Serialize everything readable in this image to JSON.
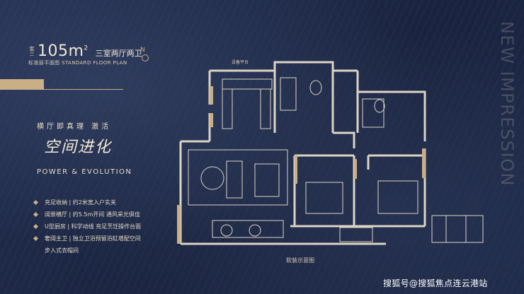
{
  "header": {
    "prefix": "套三",
    "area_value": "105m",
    "area_unit": "2",
    "rooms": "三室两厅两卫",
    "north": "N",
    "subtitle": "标准层平面图 STANDARD FLOOR PLAN"
  },
  "plan_labels": {
    "balcony": "设备平台"
  },
  "slogan": "横厅即真理   激活",
  "calligraphy": "空间进化",
  "power": "POWER & EVOLUTION",
  "features": [
    "充足收纳 | 约2米宽入户玄关",
    "阔景横厅 | 约5.5m开间  通风采光俱佳",
    "U型厨房 | 科学动线  充足烹饪操作台面",
    "奢阔主卫 | 独立卫浴预留浴缸增配空间"
  ],
  "feature_extra": "步入式衣帽间",
  "caption": "软装示意图",
  "side_text": "NEW IMPRESSION",
  "watermark": "搜狐号@搜狐焦点连云港站",
  "colors": {
    "background": "#1f2a44",
    "gold": "#c9ae86",
    "wall": "#dcd4c4"
  }
}
